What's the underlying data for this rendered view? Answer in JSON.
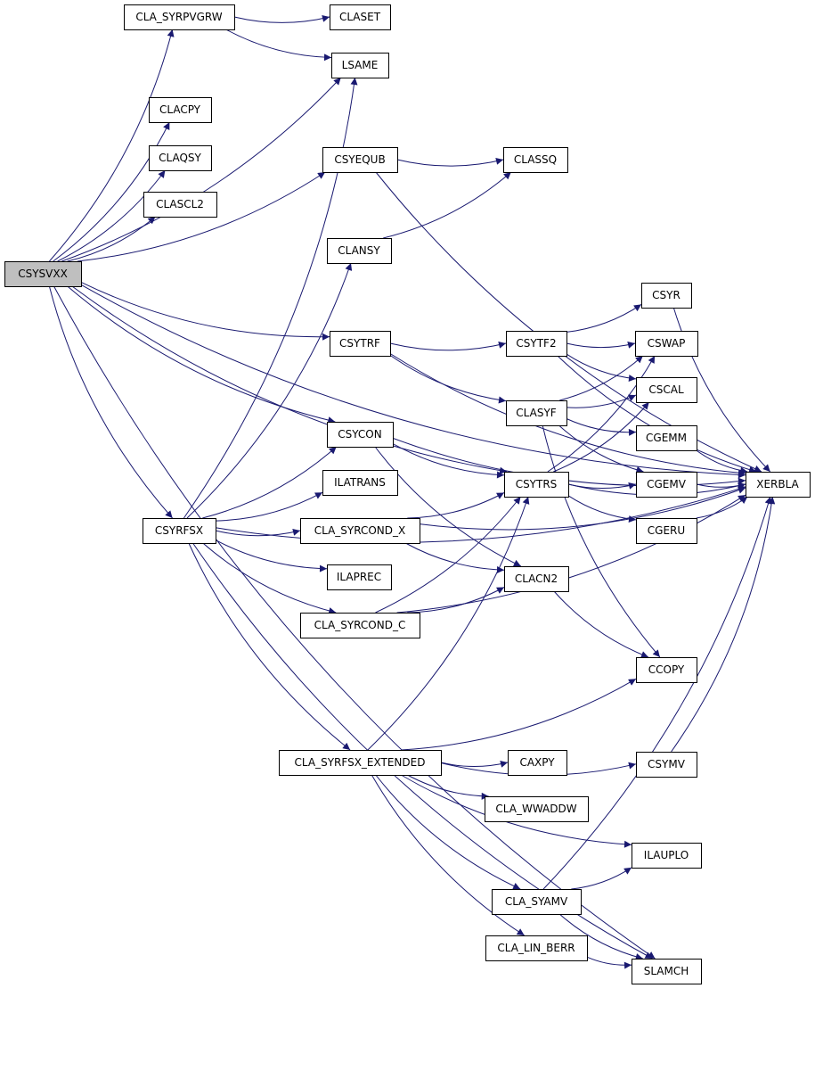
{
  "colors": {
    "edge": "#191970",
    "node_fill": "#ffffff",
    "root_fill": "#bfbfbf",
    "node_stroke": "#000000"
  },
  "nodes": {
    "CSYSVXX": "CSYSVXX",
    "CLA_SYRPVGRW": "CLA_SYRPVGRW",
    "CLASET": "CLASET",
    "LSAME": "LSAME",
    "CLACPY": "CLACPY",
    "CLAQSY": "CLAQSY",
    "CLASCL2": "CLASCL2",
    "CSYEQUB": "CSYEQUB",
    "CLASSQ": "CLASSQ",
    "CLANSY": "CLANSY",
    "CSYTRF": "CSYTRF",
    "CSYTF2": "CSYTF2",
    "CSYR": "CSYR",
    "CSWAP": "CSWAP",
    "CSCAL": "CSCAL",
    "CLASYF": "CLASYF",
    "CGEMM": "CGEMM",
    "CSYCON": "CSYCON",
    "CSYTRS": "CSYTRS",
    "CGEMV": "CGEMV",
    "XERBLA": "XERBLA",
    "CGERU": "CGERU",
    "CSYRFSX": "CSYRFSX",
    "ILATRANS": "ILATRANS",
    "CLA_SYRCOND_X": "CLA_SYRCOND_X",
    "ILAPREC": "ILAPREC",
    "CLACN2": "CLACN2",
    "CLA_SYRCOND_C": "CLA_SYRCOND_C",
    "CCOPY": "CCOPY",
    "CLA_SYRFSX_EXTENDED": "CLA_SYRFSX_EXTENDED",
    "CAXPY": "CAXPY",
    "CSYMV": "CSYMV",
    "CLA_WWADDW": "CLA_WWADDW",
    "ILAUPLO": "ILAUPLO",
    "CLA_SYAMV": "CLA_SYAMV",
    "CLA_LIN_BERR": "CLA_LIN_BERR",
    "SLAMCH": "SLAMCH"
  },
  "edges": [
    [
      "CSYSVXX",
      "CLA_SYRPVGRW"
    ],
    [
      "CSYSVXX",
      "LSAME"
    ],
    [
      "CSYSVXX",
      "CLACPY"
    ],
    [
      "CSYSVXX",
      "CLAQSY"
    ],
    [
      "CSYSVXX",
      "CLASCL2"
    ],
    [
      "CSYSVXX",
      "XERBLA"
    ],
    [
      "CSYSVXX",
      "CSYEQUB"
    ],
    [
      "CSYSVXX",
      "CSYTRF"
    ],
    [
      "CSYSVXX",
      "CSYTRS"
    ],
    [
      "CSYSVXX",
      "CSYCON"
    ],
    [
      "CSYSVXX",
      "CSYRFSX"
    ],
    [
      "CSYSVXX",
      "SLAMCH"
    ],
    [
      "CLA_SYRPVGRW",
      "CLASET"
    ],
    [
      "CLA_SYRPVGRW",
      "LSAME"
    ],
    [
      "CSYEQUB",
      "CLASSQ"
    ],
    [
      "CSYEQUB",
      "XERBLA"
    ],
    [
      "CLANSY",
      "CLASSQ"
    ],
    [
      "CSYTRF",
      "CSYTF2"
    ],
    [
      "CSYTRF",
      "CLASYF"
    ],
    [
      "CSYTRF",
      "XERBLA"
    ],
    [
      "CSYTF2",
      "CSYR"
    ],
    [
      "CSYTF2",
      "CSWAP"
    ],
    [
      "CSYTF2",
      "CSCAL"
    ],
    [
      "CSYTF2",
      "XERBLA"
    ],
    [
      "CLASYF",
      "CSWAP"
    ],
    [
      "CLASYF",
      "CSCAL"
    ],
    [
      "CLASYF",
      "CGEMM"
    ],
    [
      "CLASYF",
      "CGEMV"
    ],
    [
      "CLASYF",
      "CCOPY"
    ],
    [
      "CSYR",
      "XERBLA"
    ],
    [
      "CGEMM",
      "XERBLA"
    ],
    [
      "CGEMV",
      "XERBLA"
    ],
    [
      "CGERU",
      "XERBLA"
    ],
    [
      "CSYMV",
      "XERBLA"
    ],
    [
      "CSYCON",
      "CSYTRS"
    ],
    [
      "CSYCON",
      "CLACN2"
    ],
    [
      "CSYCON",
      "XERBLA"
    ],
    [
      "CSYTRS",
      "CGEMV"
    ],
    [
      "CSYTRS",
      "CGERU"
    ],
    [
      "CSYTRS",
      "CSWAP"
    ],
    [
      "CSYTRS",
      "CSCAL"
    ],
    [
      "CSYTRS",
      "XERBLA"
    ],
    [
      "CSYRFSX",
      "LSAME"
    ],
    [
      "CSYRFSX",
      "CLANSY"
    ],
    [
      "CSYRFSX",
      "CSYCON"
    ],
    [
      "CSYRFSX",
      "ILATRANS"
    ],
    [
      "CSYRFSX",
      "CLA_SYRCOND_X"
    ],
    [
      "CSYRFSX",
      "ILAPREC"
    ],
    [
      "CSYRFSX",
      "CLA_SYRCOND_C"
    ],
    [
      "CSYRFSX",
      "CLA_SYRFSX_EXTENDED"
    ],
    [
      "CSYRFSX",
      "SLAMCH"
    ],
    [
      "CSYRFSX",
      "XERBLA"
    ],
    [
      "CLA_SYRCOND_X",
      "CSYTRS"
    ],
    [
      "CLA_SYRCOND_X",
      "CLACN2"
    ],
    [
      "CLA_SYRCOND_X",
      "XERBLA"
    ],
    [
      "CLA_SYRCOND_C",
      "CLACN2"
    ],
    [
      "CLA_SYRCOND_C",
      "CSYTRS"
    ],
    [
      "CLA_SYRCOND_C",
      "XERBLA"
    ],
    [
      "CLACN2",
      "CCOPY"
    ],
    [
      "CLA_SYRFSX_EXTENDED",
      "CSYTRS"
    ],
    [
      "CLA_SYRFSX_EXTENDED",
      "CCOPY"
    ],
    [
      "CLA_SYRFSX_EXTENDED",
      "CSYMV"
    ],
    [
      "CLA_SYRFSX_EXTENDED",
      "CAXPY"
    ],
    [
      "CLA_SYRFSX_EXTENDED",
      "CLA_WWADDW"
    ],
    [
      "CLA_SYRFSX_EXTENDED",
      "ILAUPLO"
    ],
    [
      "CLA_SYRFSX_EXTENDED",
      "CLA_SYAMV"
    ],
    [
      "CLA_SYRFSX_EXTENDED",
      "CLA_LIN_BERR"
    ],
    [
      "CLA_SYAMV",
      "ILAUPLO"
    ],
    [
      "CLA_SYAMV",
      "SLAMCH"
    ],
    [
      "CLA_SYAMV",
      "XERBLA"
    ],
    [
      "CLA_LIN_BERR",
      "SLAMCH"
    ]
  ]
}
